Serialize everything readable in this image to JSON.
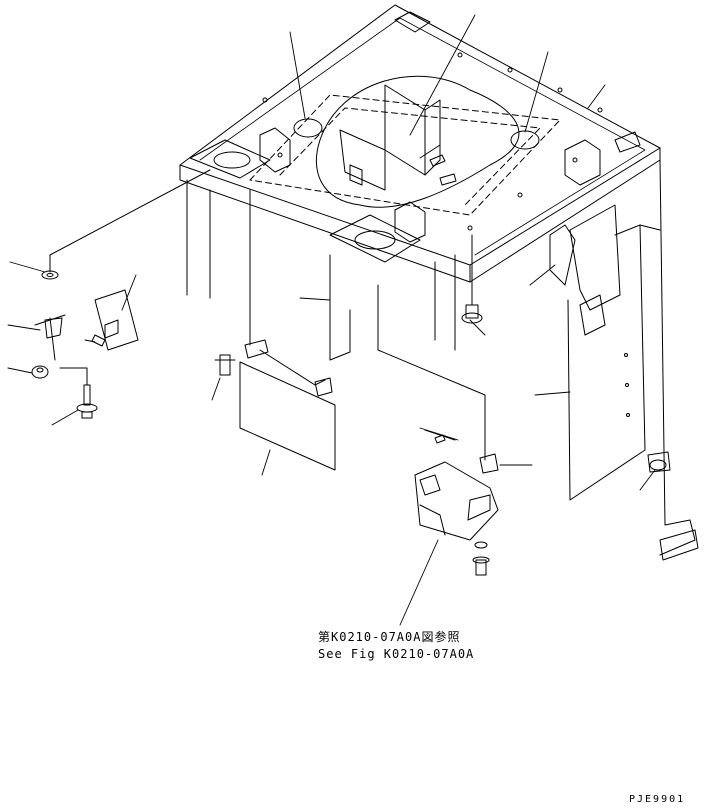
{
  "drawing": {
    "reference_note_jp": "第K0210-07A0A図参照",
    "reference_note_en": "See Fig K0210-07A0A",
    "drawing_code": "PJE9901",
    "line_color": "#000000",
    "background_color": "#ffffff"
  }
}
